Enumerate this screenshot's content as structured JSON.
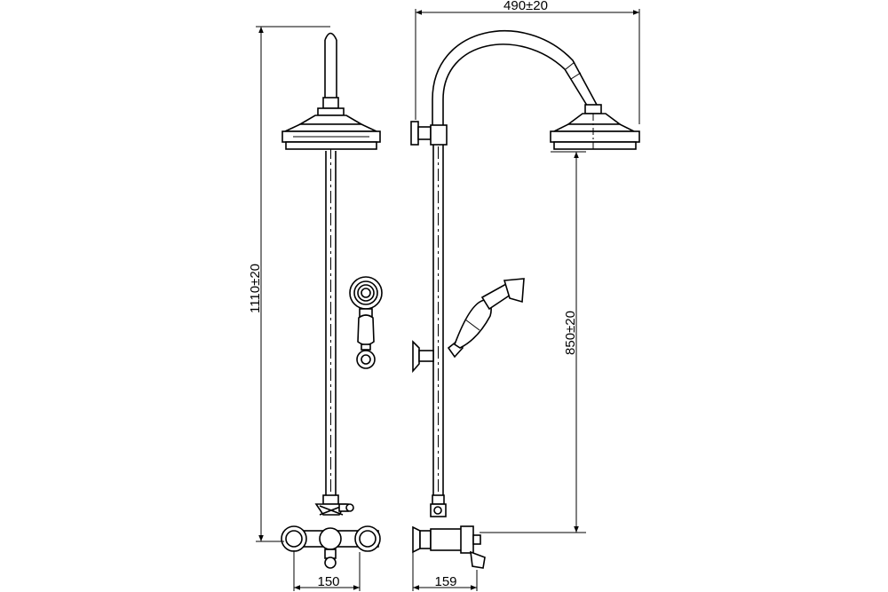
{
  "dimensions": {
    "total_height": "1110±20",
    "overall_width": "490±20",
    "head_height": "850±20",
    "valve_centers": "150",
    "projection": "159"
  }
}
